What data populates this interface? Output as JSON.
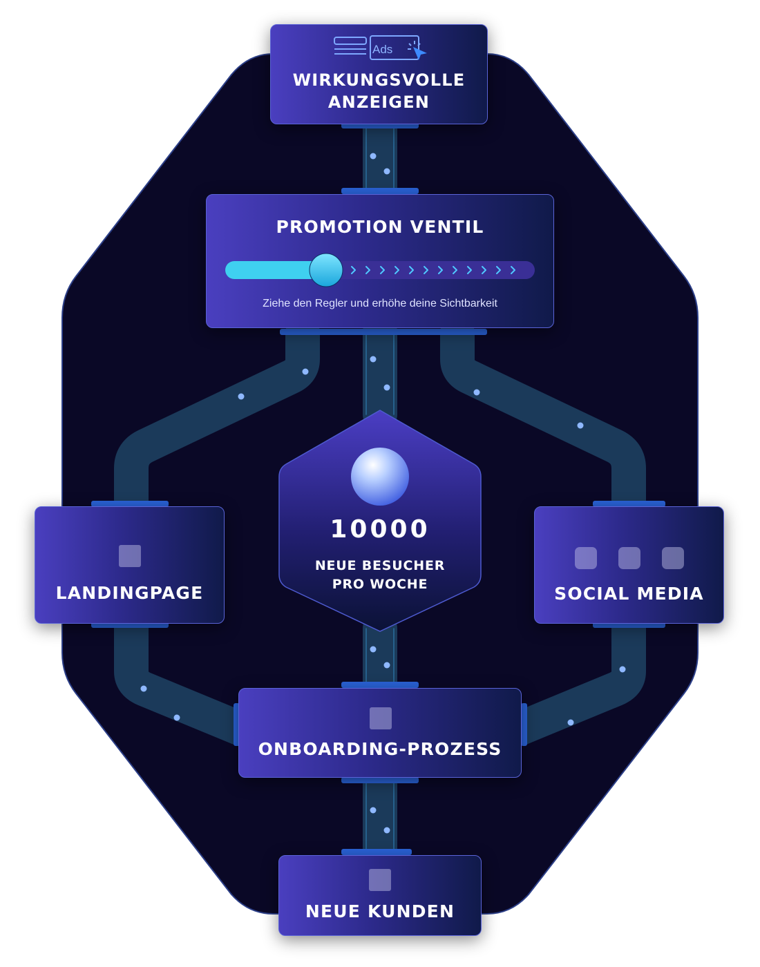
{
  "ads_card": {
    "icon_label": "Ads",
    "title_line1": "WIRKUNGSVOLLE",
    "title_line2": "ANZEIGEN"
  },
  "promotion": {
    "title": "PROMOTION VENTIL",
    "slider_value": 0.3,
    "hint": "Ziehe den Regler und erhöhe deine Sichtbarkeit"
  },
  "hexagon": {
    "value": "10000",
    "label_line1": "NEUE BESUCHER",
    "label_line2": "PRO WOCHE"
  },
  "landingpage": {
    "title": "LANDINGPAGE"
  },
  "social_media": {
    "title": "SOCIAL MEDIA"
  },
  "onboarding": {
    "title": "ONBOARDING-PROZESS"
  },
  "neue_kunden": {
    "title": "NEUE KUNDEN"
  },
  "colors": {
    "frame_bg": "#0a0826",
    "frame_border": "#2c3f88",
    "pipe": "#1b3a5a",
    "connector": "#2a63d8",
    "slider_fill": "#3fd0f0",
    "dot": "#8fb8ff"
  }
}
